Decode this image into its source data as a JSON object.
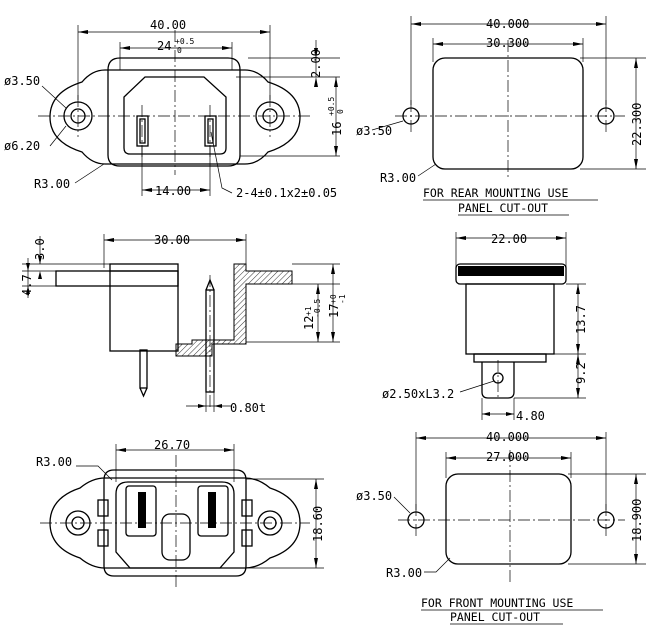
{
  "top_left": {
    "dim_overall": "40.00",
    "dim_inner": "24",
    "dim_inner_tol_up": "+0.5",
    "dim_inner_tol_dn": "0",
    "dim_hole": "ø3.50",
    "dim_boss": "ø6.20",
    "dim_radius": "R3.00",
    "dim_pin_pitch": "14.00",
    "dim_right_top": "2.00",
    "dim_right_height": "16",
    "dim_right_tol_up": "+0.5",
    "dim_right_tol_dn": "0",
    "dim_pins": "2-4±0.1x2±0.05"
  },
  "top_right": {
    "dim_overall": "40.000",
    "dim_inner": "30.300",
    "dim_hole": "ø3.50",
    "dim_height": "22.300",
    "dim_radius": "R3.00",
    "note_line1": "FOR REAR MOUNTING USE",
    "note_line2": "PANEL CUT-OUT"
  },
  "mid_left": {
    "dim_width": "30.00",
    "dim_flange1": "3.0",
    "dim_flange2": "4.7",
    "dim_h1": "12",
    "dim_h1_tol_up": "+1",
    "dim_h1_tol_dn": "-0.5",
    "dim_h2": "17",
    "dim_h2_tol_up": "+0",
    "dim_h2_tol_dn": "-1",
    "dim_thk": "0.80t"
  },
  "mid_right": {
    "dim_width": "22.00",
    "dim_h1": "13.7",
    "dim_h2": "9.2",
    "dim_hole": "ø2.50xL3.2",
    "dim_tab": "4.80"
  },
  "bot_left": {
    "dim_radius": "R3.00",
    "dim_width": "26.70",
    "dim_height": "18.60"
  },
  "bot_right": {
    "dim_overall": "40.000",
    "dim_inner": "27.000",
    "dim_hole": "ø3.50",
    "dim_height": "18.900",
    "dim_radius": "R3.00",
    "note_line1": "FOR FRONT MOUNTING USE",
    "note_line2": "PANEL CUT-OUT"
  }
}
